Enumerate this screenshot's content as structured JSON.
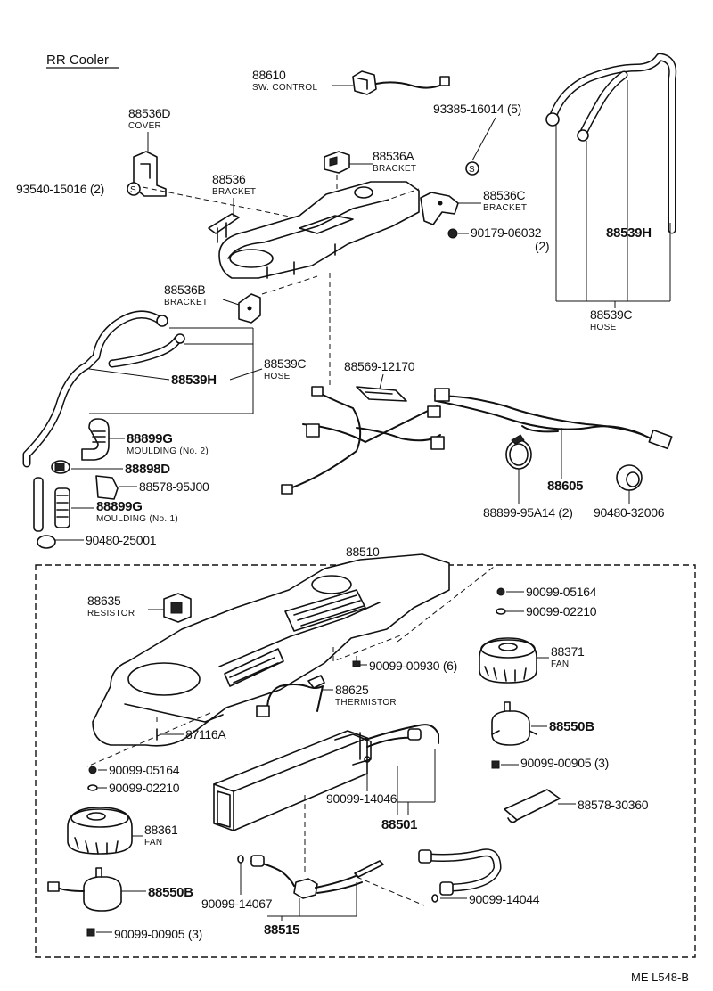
{
  "header": {
    "title": "RR Cooler"
  },
  "footer": {
    "code": "ME  L548-B"
  },
  "labels": {
    "p88610": "88610",
    "p88610_sub": "SW. CONTROL",
    "p93385": "93385-16014 (5)",
    "p88536D": "88536D",
    "p88536D_sub": "COVER",
    "p88536A": "88536A",
    "p88536A_sub": "BRACKET",
    "p93540": "93540-15016 (2)",
    "p88536": "88536",
    "p88536_sub": "BRACKET",
    "p88536C": "88536C",
    "p88536C_sub": "BRACKET",
    "p90179": "90179-06032",
    "p90179_qty": "(2)",
    "p88539H_top": "88539H",
    "p88539C_top": "88539C",
    "p88539C_top_sub": "HOSE",
    "p88536B": "88536B",
    "p88536B_sub": "BRACKET",
    "p88539C_left": "88539C",
    "p88539C_left_sub": "HOSE",
    "p88539H_left": "88539H",
    "p88569": "88569-12170",
    "p88899G_1": "88899G",
    "p88899G_1_sub": "MOULDING (No. 2)",
    "p88898D": "88898D",
    "p88578_95": "88578-95J00",
    "p88899G_2": "88899G",
    "p88899G_2_sub": "MOULDING (No. 1)",
    "p90480_25": "90480-25001",
    "p88605": "88605",
    "p88899_95": "88899-95A14 (2)",
    "p90480_32": "90480-32006",
    "p88510": "88510",
    "p88635": "88635",
    "p88635_sub": "RESISTOR",
    "p90099_05164_a": "90099-05164",
    "p90099_02210_a": "90099-02210",
    "p90099_00930": "90099-00930 (6)",
    "p88371": "88371",
    "p88371_sub": "FAN",
    "p88625": "88625",
    "p88625_sub": "THERMISTOR",
    "p87116A": "87116A",
    "p88550B_right": "88550B",
    "p90099_05164_b": "90099-05164",
    "p90099_02210_b": "90099-02210",
    "p90099_00905_right": "90099-00905 (3)",
    "p90099_14046": "90099-14046",
    "p88501": "88501",
    "p88578_30": "88578-30360",
    "p88361": "88361",
    "p88361_sub": "FAN",
    "p88550B_left": "88550B",
    "p90099_14067": "90099-14067",
    "p90099_14044": "90099-14044",
    "p88515": "88515",
    "p90099_00905_left": "90099-00905 (3)"
  }
}
